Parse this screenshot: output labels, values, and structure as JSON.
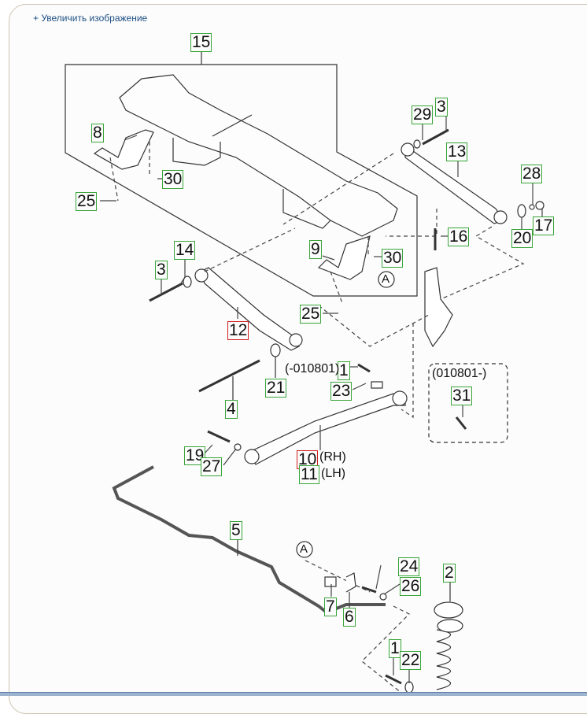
{
  "page": {
    "enlarge_link": "+ Увеличить изображение"
  },
  "diagram": {
    "type": "exploded parts diagram - rear suspension",
    "callouts": [
      {
        "id": "c15",
        "label": "15",
        "highlight": "green"
      },
      {
        "id": "c8",
        "label": "8",
        "highlight": "green"
      },
      {
        "id": "c30a",
        "label": "30",
        "highlight": "green"
      },
      {
        "id": "c25a",
        "label": "25",
        "highlight": "green"
      },
      {
        "id": "c29",
        "label": "29",
        "highlight": "green"
      },
      {
        "id": "c3a",
        "label": "3",
        "highlight": "green"
      },
      {
        "id": "c13",
        "label": "13",
        "highlight": "green"
      },
      {
        "id": "c28",
        "label": "28",
        "highlight": "green"
      },
      {
        "id": "c20",
        "label": "20",
        "highlight": "green"
      },
      {
        "id": "c17",
        "label": "17",
        "highlight": "green"
      },
      {
        "id": "c16",
        "label": "16",
        "highlight": "green"
      },
      {
        "id": "c9",
        "label": "9",
        "highlight": "green"
      },
      {
        "id": "c30b",
        "label": "30",
        "highlight": "green"
      },
      {
        "id": "c14",
        "label": "14",
        "highlight": "green"
      },
      {
        "id": "c3b",
        "label": "3",
        "highlight": "green"
      },
      {
        "id": "c12",
        "label": "12",
        "highlight": "red"
      },
      {
        "id": "c25b",
        "label": "25",
        "highlight": "green"
      },
      {
        "id": "c1a",
        "label": "1",
        "highlight": "green"
      },
      {
        "id": "c21",
        "label": "21",
        "highlight": "green"
      },
      {
        "id": "c23",
        "label": "23",
        "highlight": "green"
      },
      {
        "id": "c4",
        "label": "4",
        "highlight": "green"
      },
      {
        "id": "c31",
        "label": "31",
        "highlight": "green"
      },
      {
        "id": "c19",
        "label": "19",
        "highlight": "green"
      },
      {
        "id": "c27",
        "label": "27",
        "highlight": "green"
      },
      {
        "id": "c10",
        "label": "10",
        "highlight": "red"
      },
      {
        "id": "c11",
        "label": "11",
        "highlight": "green"
      },
      {
        "id": "c5",
        "label": "5",
        "highlight": "green"
      },
      {
        "id": "c24",
        "label": "24",
        "highlight": "green"
      },
      {
        "id": "c26",
        "label": "26",
        "highlight": "green"
      },
      {
        "id": "c2",
        "label": "2",
        "highlight": "green"
      },
      {
        "id": "c7",
        "label": "7",
        "highlight": "green"
      },
      {
        "id": "c6",
        "label": "6",
        "highlight": "green"
      },
      {
        "id": "c1b",
        "label": "1",
        "highlight": "green"
      },
      {
        "id": "c22",
        "label": "22",
        "highlight": "green"
      }
    ],
    "notes": {
      "before_date": "(-010801)",
      "after_date": "(010801-)",
      "rh": "(RH)",
      "lh": "(LH)",
      "ref_a": "A"
    },
    "colors": {
      "callout_border": "#3aa53a",
      "callout_highlight": "#d21f1f",
      "link": "#1f4f86"
    }
  }
}
